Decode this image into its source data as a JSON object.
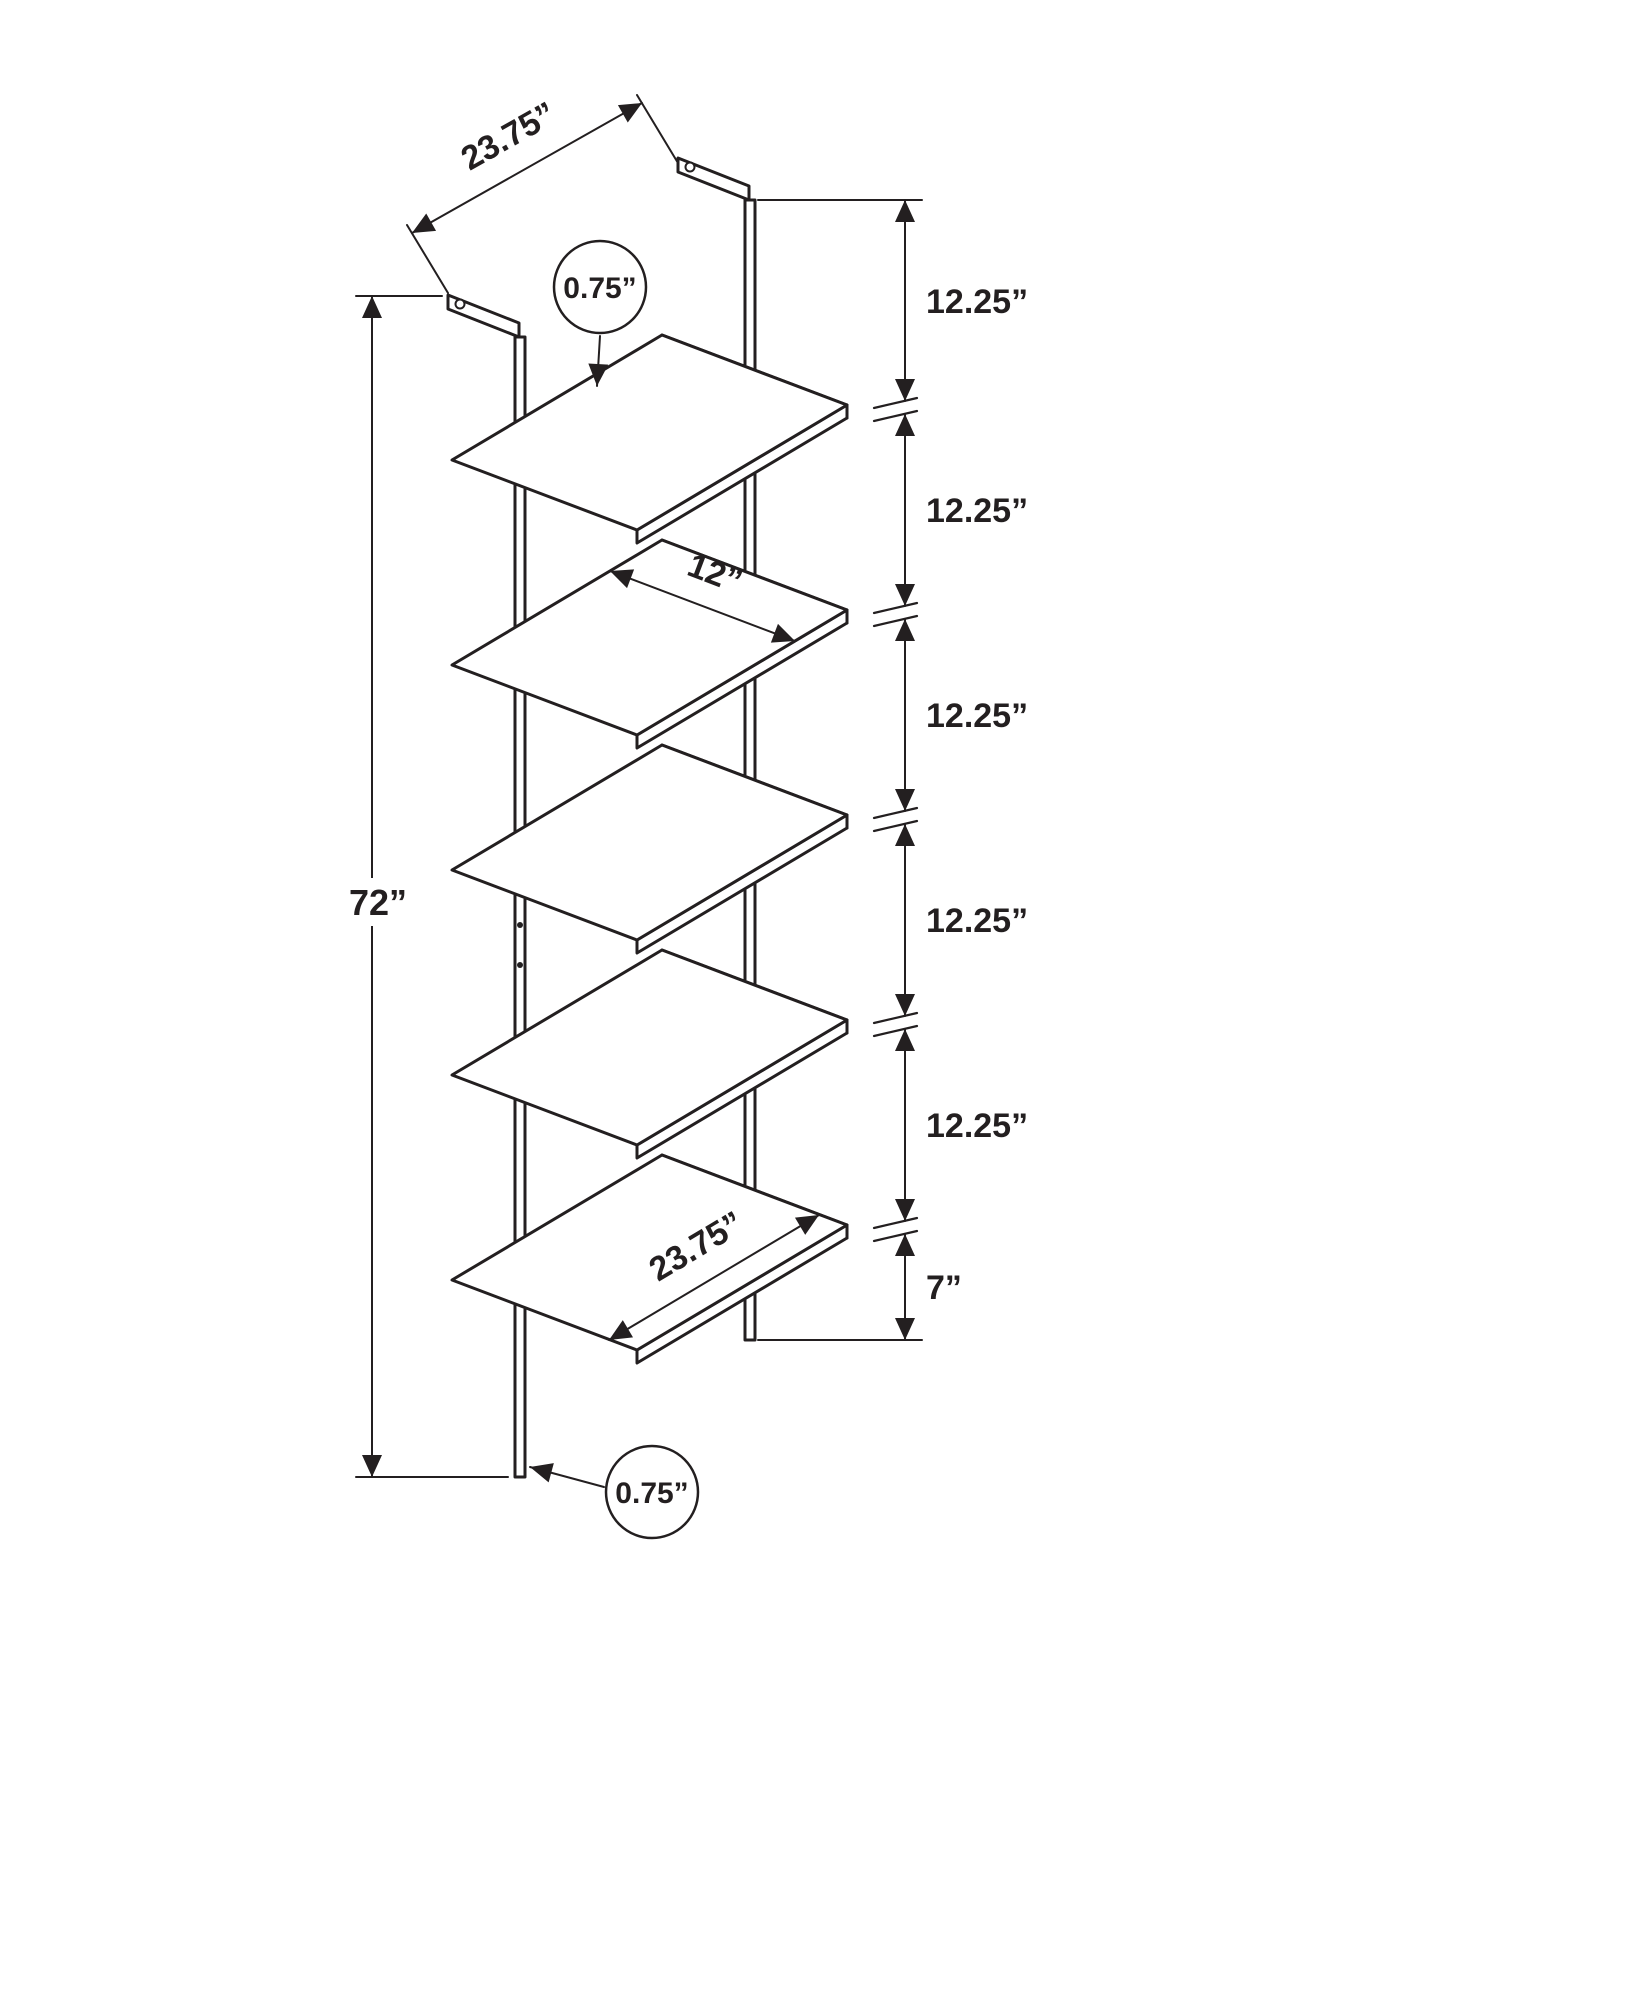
{
  "labels": {
    "top_width": "23.75”",
    "top_thickness": "0.75”",
    "spacing": [
      "12.25”",
      "12.25”",
      "12.25”",
      "12.25”",
      "12.25”"
    ],
    "bottom_gap": "7”",
    "height": "72”",
    "depth": "12”",
    "bottom_width": "23.75”",
    "tube_size": "0.75”"
  },
  "colors": {
    "ink": "#231f20",
    "background": "#ffffff"
  }
}
